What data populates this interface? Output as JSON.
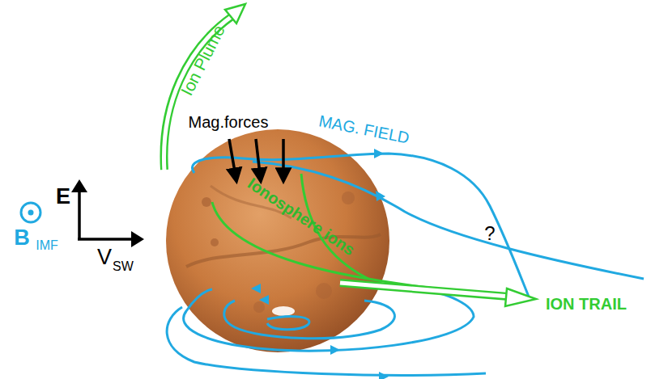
{
  "diagram": {
    "labels": [
      "Ion Plume",
      "Mag.forces",
      "MAG. FIELD",
      "Ionosphere ions",
      "?",
      "ION TRAIL",
      "E",
      "B",
      "IMF",
      "V",
      "SW"
    ]
  }
}
